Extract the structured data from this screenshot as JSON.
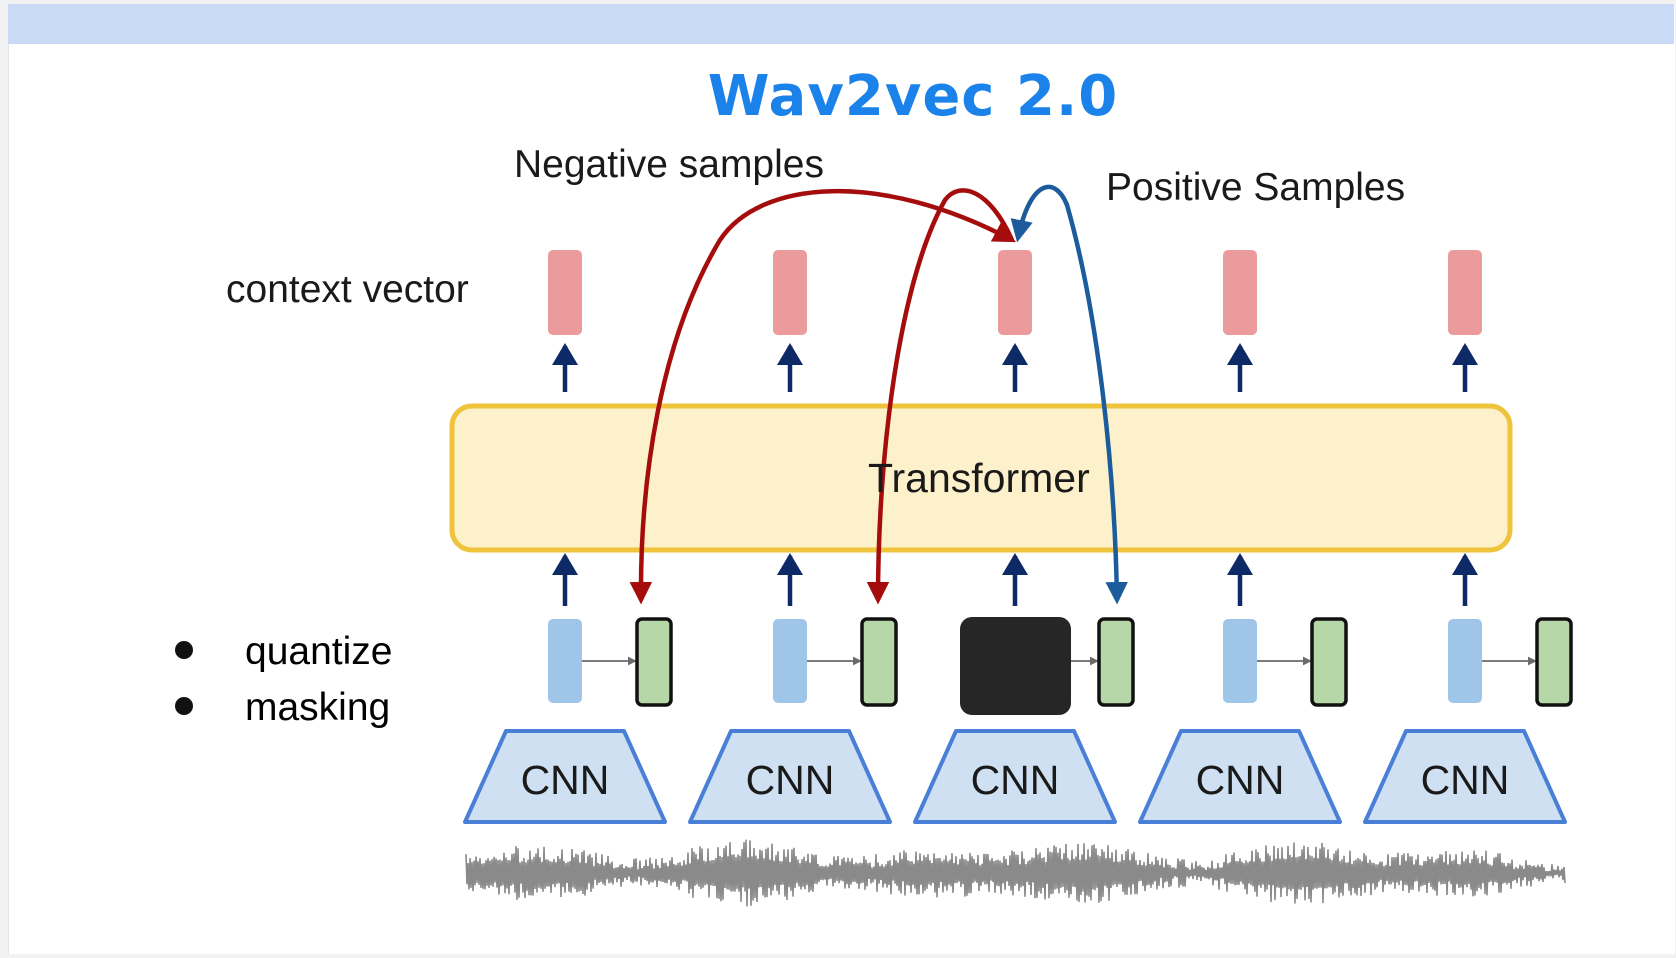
{
  "title": "Wav2vec 2.0",
  "labels": {
    "negative_samples": "Negative samples",
    "positive_samples": "Positive Samples",
    "context_vector": "context vector",
    "transformer": "Transformer"
  },
  "bullets": [
    "quantize",
    "masking"
  ],
  "cnn_labels": [
    "CNN",
    "CNN",
    "CNN",
    "CNN",
    "CNN"
  ],
  "masked_column": 3,
  "colors": {
    "title": "#1a82e8",
    "top_band": "#c9daf7",
    "context_box": "#eb9b9b",
    "transformer_fill": "#fdf1cb",
    "transformer_border": "#efc43c",
    "cnn_fill": "#cfe0f3",
    "cnn_border": "#4a7fd8",
    "feature_box": "#9fc5e8",
    "quantized_box": "#b6d7a8",
    "mask_box": "#262626",
    "up_arrow": "#0d2a66",
    "negative_arrow": "#a50d0d",
    "positive_arrow": "#1c5c9c",
    "waveform": "#8a8a8a"
  }
}
